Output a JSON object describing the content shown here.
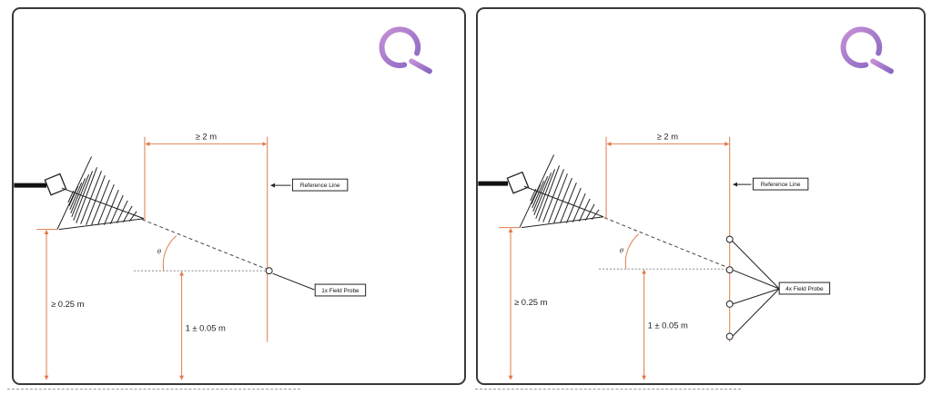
{
  "panels": [
    {
      "dim_top": "≥ 2 m",
      "reference_label": "Reference Line",
      "dim_left": "≥ 0.25 m",
      "dim_center": "1 ± 0.05 m",
      "theta": "θ",
      "probe_label": "1x Field Probe",
      "probe_count": 1
    },
    {
      "dim_top": "≥ 2 m",
      "reference_label": "Reference Line",
      "dim_left": "≥ 0.25 m",
      "dim_center": "1 ± 0.05 m",
      "theta": "θ",
      "probe_label": "4x Field Probe",
      "probe_count": 4
    }
  ],
  "colors": {
    "dimension": "#e07a4a",
    "logo_start": "#c58fd6",
    "logo_end": "#8a68c2",
    "line": "#222222",
    "frame": "#3a3a3a"
  },
  "icons": [
    "logo-icon",
    "antenna-icon",
    "field-probe-icon"
  ]
}
